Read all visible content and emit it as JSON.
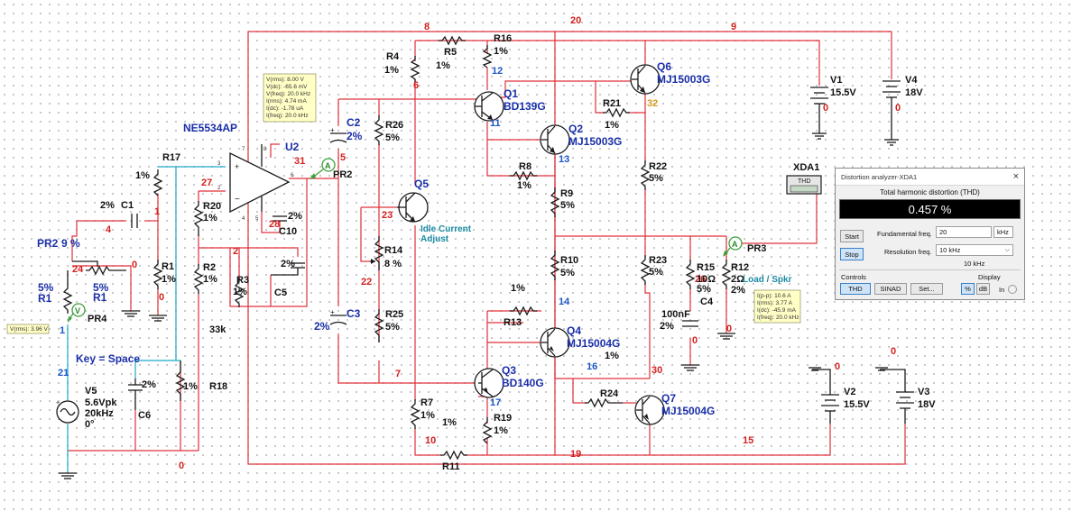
{
  "schematic": {
    "net_labels": {
      "n20": "20",
      "n8": "8",
      "n9": "9",
      "n6": "6",
      "n12": "12",
      "n5": "5",
      "n31": "31",
      "n28": "28",
      "n27": "27",
      "n1": "1",
      "n4": "4",
      "n24": "24",
      "n0a": "0",
      "n0b": "0",
      "n2": "2",
      "n23": "23",
      "n22": "22",
      "n11": "11",
      "n13": "13",
      "n32": "32",
      "n14": "14",
      "n16": "16",
      "n30": "30",
      "n17": "17",
      "n7": "7",
      "n10": "10",
      "n19": "19",
      "n15": "15",
      "n0c": "0",
      "n0d": "0",
      "n0e": "0",
      "n0f": "0",
      "n0g": "0",
      "n0h": "0",
      "n0i": "0",
      "n21": "21",
      "n1b": "1",
      "n26": "26"
    },
    "components": {
      "R4": "R4",
      "R4v": "1%",
      "R5": "R5",
      "R5v": "1%",
      "R16": "R16",
      "R16v": "1%",
      "Q1": "Q1",
      "Q1m": "BD139G",
      "Q2": "Q2",
      "Q2m": "MJ15003G",
      "Q6": "Q6",
      "Q6m": "MJ15003G",
      "R21": "R21",
      "R21v": "1%",
      "R8": "R8",
      "R8v": "1%",
      "R9": "R9",
      "R9v": "5%",
      "R22": "R22",
      "R22v": "5%",
      "R26": "R26",
      "R26v": "5%",
      "C2": "C2",
      "C2v": "2%",
      "Q5": "Q5",
      "Q5d1": "Idle Current",
      "Q5d2": "Adjust",
      "R14": "R14",
      "R14v": "8 %",
      "R25": "R25",
      "R25v": "5%",
      "C3": "C3",
      "C3v": "2%",
      "R10": "R10",
      "R10v": "5%",
      "R13": "R13",
      "R13v": "1%",
      "Q4": "Q4",
      "Q4m": "MJ15004G",
      "Q3": "Q3",
      "Q3m": "BD140G",
      "R24": "R24",
      "R24v": "1%",
      "Q7": "Q7",
      "Q7m": "MJ15004G",
      "R7": "R7",
      "R7v": "1%",
      "R19": "R19",
      "R19v": "1%",
      "R11": "R11",
      "R11v": "1%",
      "R23": "R23",
      "R23v": "5%",
      "R15": "R15",
      "R15v1": "10Ω",
      "R15v2": "5%",
      "C4": "C4",
      "C4v1": "100nF",
      "C4v2": "2%",
      "R12": "R12",
      "R12v1": "2Ω",
      "R12v2": "2%",
      "load": "Load / Spkr",
      "V1": "V1",
      "V1v": "15.5V",
      "V4": "V4",
      "V4v": "18V",
      "V2": "V2",
      "V2v": "15.5V",
      "V3": "V3",
      "V3v": "18V",
      "U2": "U2",
      "opamp": "NE5534AP",
      "C10": "C10",
      "C10v": "2%",
      "PR2": "PR2",
      "PR3": "PR3",
      "PR4": "PR4",
      "PR2b": "PR2",
      "PR2bpct": "9 %",
      "R17": "R17",
      "R17v": "1%",
      "C1": "C1",
      "C1v": "2%",
      "R1": "R1",
      "R1v": "1%",
      "R1pot": "R1",
      "R1potv": "5%",
      "R1b": "R1",
      "R1bv": "5%",
      "R20": "R20",
      "R20v": "1%",
      "R2": "R2",
      "R2v": "1%",
      "R3": "R3",
      "R3v": "1%",
      "C5": "C5",
      "C5v": "2%",
      "R18": "R18",
      "R18v": "1%",
      "R18val": "33k",
      "C6": "C6",
      "C6v": "2%",
      "key": "Key = Space",
      "V5": "V5",
      "V5v1": "5.6Vpk",
      "V5v2": "20kHz",
      "V5v3": "0°",
      "XDA1": "XDA1",
      "THD": "THD"
    },
    "probes": {
      "PR2_lines": [
        "V(rms): 8.00 V",
        "V(dc): -65.6 mV",
        "V(freq): 20.0 kHz",
        "I(rms): 4.74 mA",
        "I(dc): -1.78 uA",
        "I(freq): 20.0 kHz"
      ],
      "PR3_lines": [
        "I(p-p): 10.6 A",
        "I(rms): 3.77 A",
        "I(dc): -45.9 mA",
        "I(freq): 20.0 kHz"
      ],
      "PR4_lines": [
        "V(rms): 3.96 V"
      ]
    }
  },
  "analyzer": {
    "title": "Distortion analyzer-XDA1",
    "close": "×",
    "thd_label": "Total harmonic distortion (THD)",
    "thd_value": "0.457 %",
    "start": "Start",
    "stop": "Stop",
    "fund_label": "Fundamental freq.",
    "fund_value": "20",
    "fund_unit": "kHz",
    "res_label": "Resolution freq.",
    "res_value": "10 kHz",
    "res_sub": "10 kHz",
    "controls_label": "Controls",
    "display_label": "Display",
    "ctrl_thd": "THD",
    "ctrl_sinad": "SINAD",
    "ctrl_set": "Set...",
    "disp_pct": "%",
    "disp_db": "dB",
    "in_label": "In"
  }
}
